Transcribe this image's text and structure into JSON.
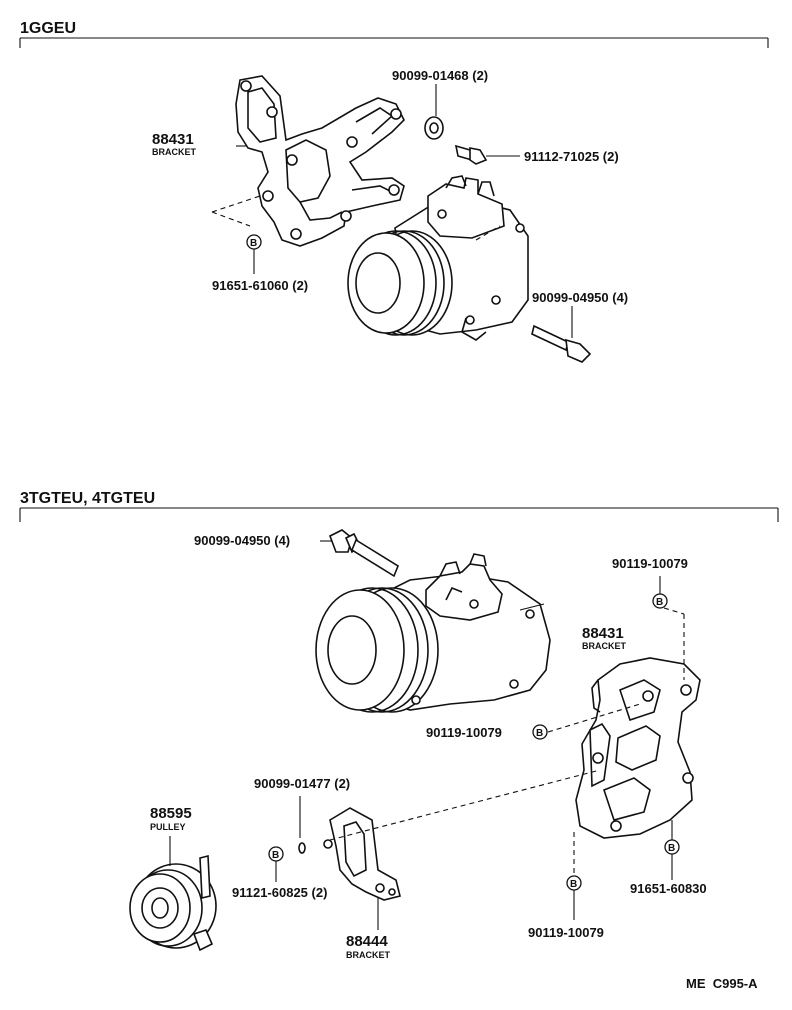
{
  "sections": {
    "top": {
      "title": "1GGEU"
    },
    "bottom": {
      "title": "3TGTEU, 4TGTEU"
    }
  },
  "b_mark": "B",
  "top_parts": {
    "bracket_no": "88431",
    "bracket_name": "BRACKET",
    "washer": "90099-01468 (2)",
    "bolt_small": "91112-71025 (2)",
    "bolt_b": "91651-61060 (2)",
    "bolt_long": "90099-04950 (4)"
  },
  "bottom_parts": {
    "bolt_long": "90099-04950 (4)",
    "bolt_top_right": "90119-10079",
    "bracket_no": "88431",
    "bracket_name": "BRACKET",
    "bolt_mid": "90119-10079",
    "washer": "90099-01477 (2)",
    "pulley_no": "88595",
    "pulley_name": "PULLEY",
    "bolt_pulley": "91121-60825 (2)",
    "bracket2_no": "88444",
    "bracket2_name": "BRACKET",
    "bolt_right": "91651-60830",
    "bolt_bottom": "90119-10079"
  },
  "footer": {
    "code": "ME  C995-A"
  }
}
